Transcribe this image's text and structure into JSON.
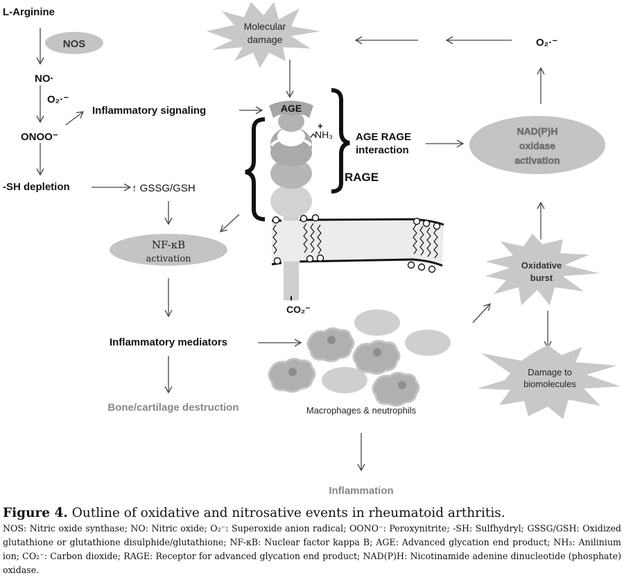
{
  "colors": {
    "ink": "#111111",
    "arrow": "#444444",
    "ellipse_fill": "#c4c4c4",
    "burst_fill": "#c8c8c8",
    "muted_text": "#888888",
    "receptor_top": "#a9a9a9",
    "receptor_mid": "#b8b8b8",
    "receptor_low": "#d0d0d0",
    "membrane_fill": "#ececec",
    "cell_body": "#b0b0b0",
    "cell_nucleus": "#8e8e8e",
    "cell_plain": "#cfcfcf"
  },
  "nodes": {
    "l_arginine": "L-Arginine",
    "nos": "NOS",
    "no_radical": "NO·",
    "superoxide_left": "O₂·⁻",
    "peroxynitrite": "ONOO⁻",
    "sh_depletion": "-SH depletion",
    "gssg_gsh": "↑ GSSG/GSH",
    "inflammatory_signaling": "Inflammatory signaling",
    "nfkb_line1": "NF-κB",
    "nfkb_line2": "activation",
    "inflammatory_mediators": "Inflammatory mediators",
    "bone_cartilage": "Bone/cartilage destruction",
    "molecular_damage_line1": "Molecular",
    "molecular_damage_line2": "damage",
    "superoxide_right": "O₂·⁻",
    "age": "AGE",
    "nh3": "NH₃",
    "nh3_charge": "+",
    "age_rage_line1": "AGE RAGE",
    "age_rage_line2": "interaction",
    "rage": "RAGE",
    "co2": "CO₂⁻",
    "nadph_line1": "NAD(P)H",
    "nadph_line2": "oxidase",
    "nadph_line3": "activation",
    "oxidative_burst_line1": "Oxidative",
    "oxidative_burst_line2": "burst",
    "damage_line1": "Damage to",
    "damage_line2": "biomolecules",
    "macrophages": "Macrophages & neutrophils",
    "inflammation": "Inflammation"
  },
  "caption": {
    "figure_label": "Figure 4.",
    "figure_title": "Outline of oxidative and nitrosative events in rheumatoid arthritis.",
    "abbreviations": "NOS: Nitric oxide synthase; NO: Nitric oxide; O₂⁻: Superoxide anion radical; OONO⁻: Peroxynitrite; -SH: Sulfhydryl; GSSG/GSH: Oxidized glutathione or glutathione disulphide/glutathione; NF-κB: Nuclear factor kappa B; AGE: Advanced glycation end product; NH₃: Anilinium ion; CO₂⁻: Carbon dioxide; RAGE: Receptor for advanced glycation end product; NAD(P)H: Nicotinamide adenine dinucleotide (phosphate) oxidase."
  }
}
